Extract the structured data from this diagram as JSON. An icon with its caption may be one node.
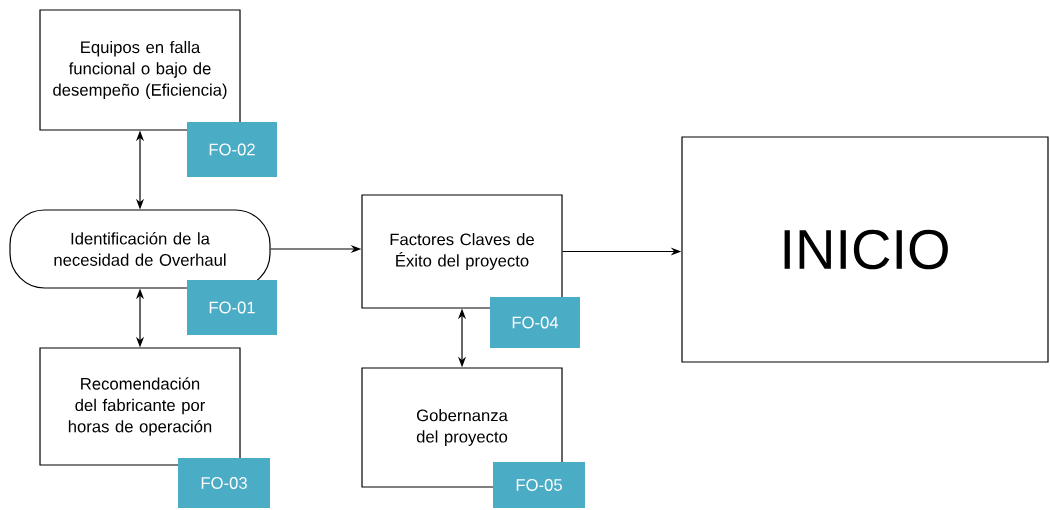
{
  "diagram": {
    "nodes": [
      {
        "text": [
          "Equipos en falla funcional o bajo de desempeño (Eficiencia)"
        ]
      },
      {
        "text": [
          "FO-02"
        ]
      },
      {
        "text": [
          "Identificación de la necesidad de Overhaul"
        ]
      },
      {
        "text": [
          "FO-01"
        ]
      },
      {
        "text": [
          "Recomendación del fabricante por horas de operación"
        ]
      },
      {
        "text": [
          "FO-03"
        ]
      },
      {
        "text": [
          "Factores Claves de Éxito del proyecto"
        ]
      },
      {
        "text": [
          "FO-04"
        ]
      },
      {
        "text": [
          "Gobernanza del proyecto"
        ]
      },
      {
        "text": [
          "FO-05"
        ]
      },
      {
        "text": [
          "INICIO"
        ]
      }
    ],
    "edges": [
      {
        "from": 0,
        "to": 2,
        "arrow": "both"
      },
      {
        "from": 2,
        "to": 4,
        "arrow": "both"
      },
      {
        "from": 2,
        "to": 6,
        "arrow": "to"
      },
      {
        "from": 6,
        "to": 8,
        "arrow": "both"
      },
      {
        "from": 6,
        "to": 10,
        "arrow": "to"
      }
    ]
  }
}
